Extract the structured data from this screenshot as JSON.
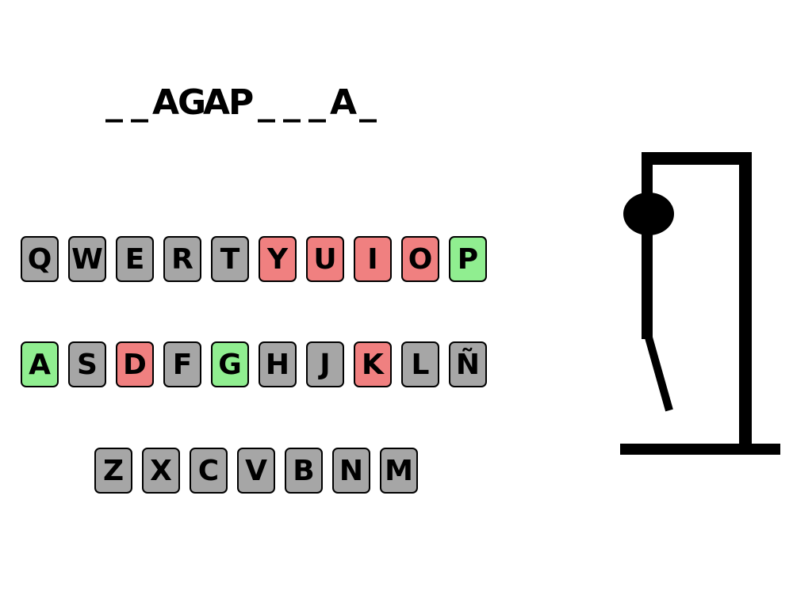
{
  "game": {
    "word_slots": [
      "_",
      "_",
      "A",
      "G",
      "A",
      "P",
      "_",
      "_",
      "_",
      "A",
      "_"
    ],
    "keyboard": {
      "rows": [
        [
          {
            "letter": "Q",
            "state": "unused"
          },
          {
            "letter": "W",
            "state": "unused"
          },
          {
            "letter": "E",
            "state": "unused"
          },
          {
            "letter": "R",
            "state": "unused"
          },
          {
            "letter": "T",
            "state": "unused"
          },
          {
            "letter": "Y",
            "state": "wrong"
          },
          {
            "letter": "U",
            "state": "wrong"
          },
          {
            "letter": "I",
            "state": "wrong"
          },
          {
            "letter": "O",
            "state": "wrong"
          },
          {
            "letter": "P",
            "state": "correct"
          }
        ],
        [
          {
            "letter": "A",
            "state": "correct"
          },
          {
            "letter": "S",
            "state": "unused"
          },
          {
            "letter": "D",
            "state": "wrong"
          },
          {
            "letter": "F",
            "state": "unused"
          },
          {
            "letter": "G",
            "state": "correct"
          },
          {
            "letter": "H",
            "state": "unused"
          },
          {
            "letter": "J",
            "state": "unused"
          },
          {
            "letter": "K",
            "state": "wrong"
          },
          {
            "letter": "L",
            "state": "unused"
          },
          {
            "letter": "Ñ",
            "state": "unused"
          }
        ],
        [
          {
            "letter": "Z",
            "state": "unused"
          },
          {
            "letter": "X",
            "state": "unused"
          },
          {
            "letter": "C",
            "state": "unused"
          },
          {
            "letter": "V",
            "state": "unused"
          },
          {
            "letter": "B",
            "state": "unused"
          },
          {
            "letter": "N",
            "state": "unused"
          },
          {
            "letter": "M",
            "state": "unused"
          }
        ]
      ]
    },
    "hangman": {
      "icon": "hangman-gallows-icon",
      "visible_parts": [
        "head",
        "body",
        "left-leg"
      ]
    },
    "colors": {
      "key_unused": "#a6a6a6",
      "key_correct": "#90ee90",
      "key_wrong": "#f08080",
      "ink": "#000000"
    }
  }
}
